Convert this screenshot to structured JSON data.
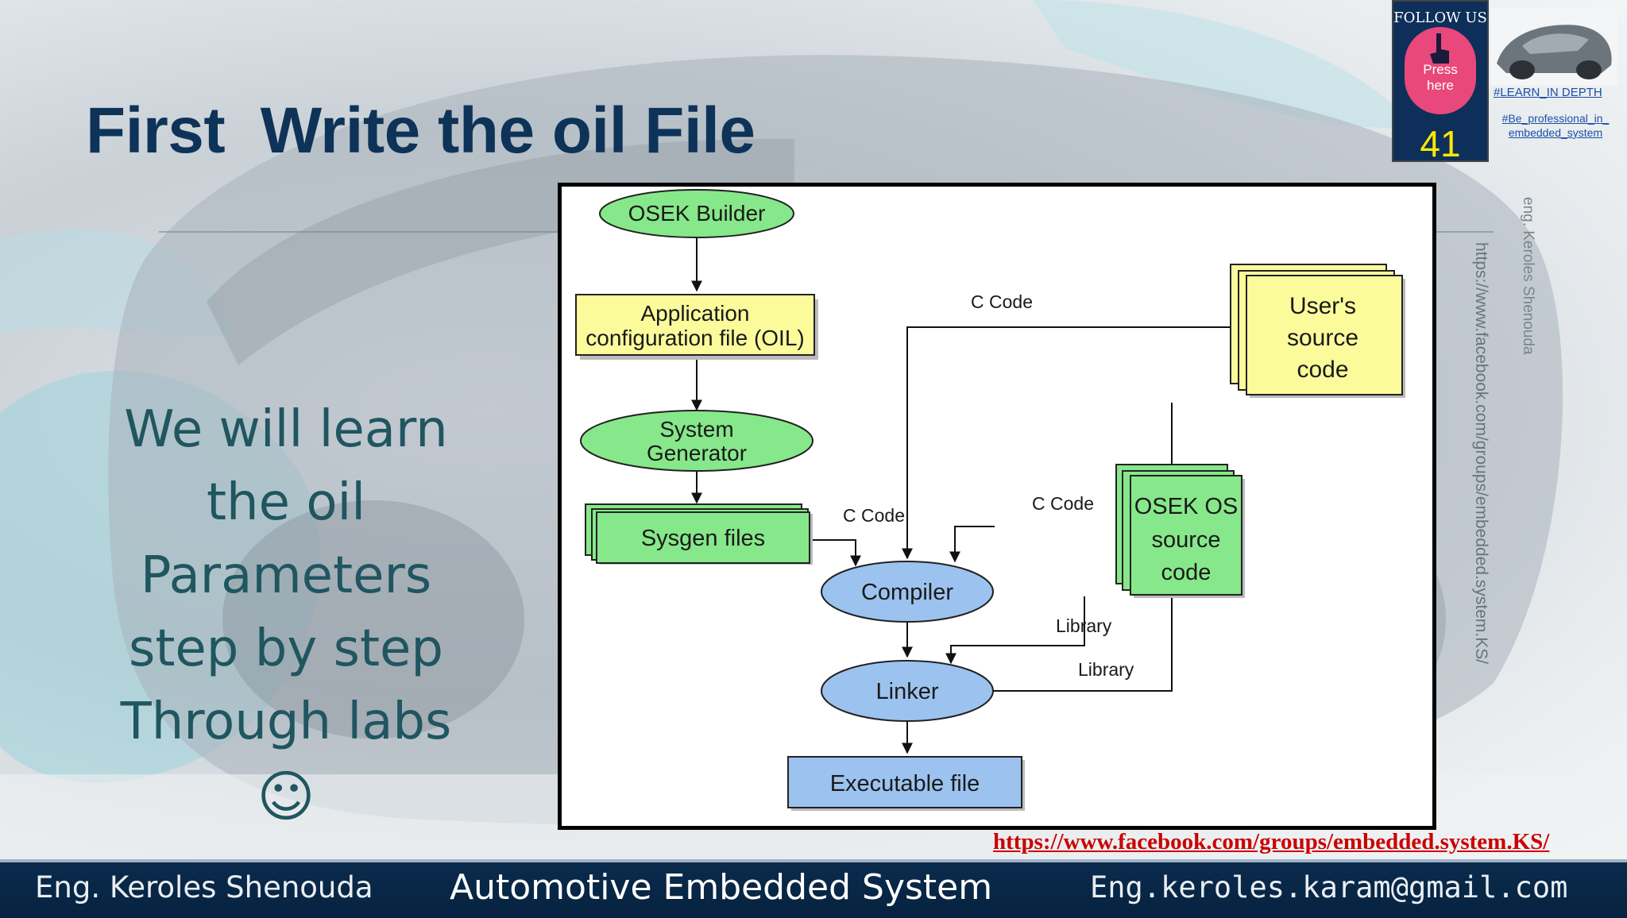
{
  "slide": {
    "title": "First  Write the oil File",
    "body_lines": [
      "We will learn",
      "the oil",
      "Parameters",
      "step by step",
      "Through labs"
    ],
    "smiley": "☺"
  },
  "badge": {
    "follow_label": "FOLLOW US",
    "press_label_1": "Press",
    "press_label_2": "here",
    "page_number": "41",
    "tag_1": "#LEARN_IN DEPTH",
    "tag_2a": "#Be_professional_in_",
    "tag_2b": "embedded_system"
  },
  "watermark": {
    "vertical_url": "https://www.facebook.com/groups/embedded.system.KS/",
    "vertical_name": "eng. Keroles Shenouda"
  },
  "diagram": {
    "nodes": {
      "osek_builder": "OSEK Builder",
      "app_config_1": "Application",
      "app_config_2": "configuration file (OIL)",
      "system_gen_1": "System",
      "system_gen_2": "Generator",
      "sysgen_files": "Sysgen files",
      "users_source_1": "User's",
      "users_source_2": "source",
      "users_source_3": "code",
      "osek_os_1": "OSEK OS",
      "osek_os_2": "source",
      "osek_os_3": "code",
      "compiler": "Compiler",
      "linker": "Linker",
      "executable": "Executable file"
    },
    "edge_labels": {
      "c_code_top": "C Code",
      "c_code_sysgen": "C Code",
      "c_code_osek": "C Code",
      "library_1": "Library",
      "library_2": "Library"
    },
    "colors": {
      "green": "#86e88a",
      "yellow": "#fbfb9c",
      "blue": "#9cc3ef"
    }
  },
  "fb_link": "https://www.facebook.com/groups/embedded.system.KS/",
  "footer": {
    "author": "Eng. Keroles Shenouda",
    "course": "Automotive Embedded System",
    "email": "Eng.keroles.karam@gmail.com"
  }
}
